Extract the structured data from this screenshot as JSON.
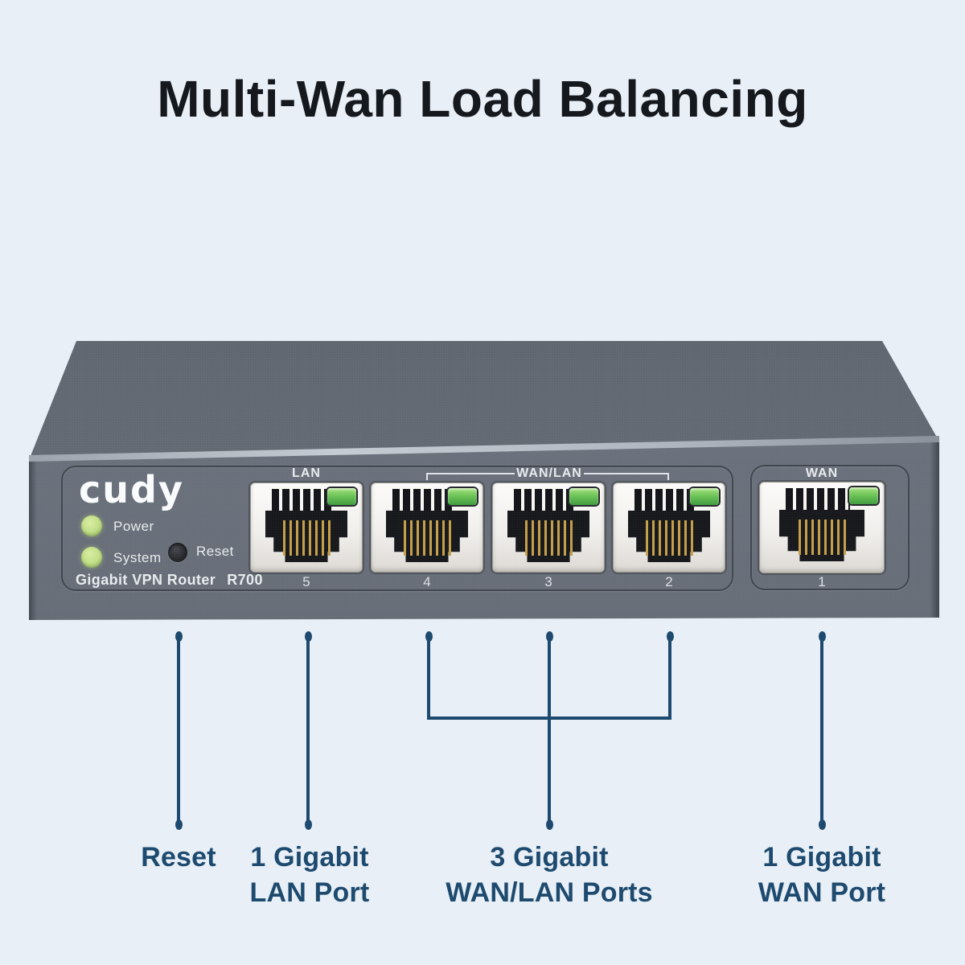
{
  "title": "Multi-Wan Load Balancing",
  "colors": {
    "background": "#e8eff7",
    "accent_navy": "#1d4a6e",
    "device_gray": "#666d78",
    "port_led_green": "#5cb84c",
    "indicator_led_green": "#bcd97e",
    "port_bezel_white": "#f1efec"
  },
  "device": {
    "brand": "cudy",
    "model_line": "Gigabit VPN Router",
    "model_number": "R700",
    "indicators": [
      {
        "label": "Power"
      },
      {
        "label": "System"
      }
    ],
    "reset_label": "Reset",
    "port_groups": {
      "lan": "LAN",
      "wan_lan": "WAN/LAN",
      "wan": "WAN"
    },
    "ports": [
      {
        "number": "5",
        "group": "LAN"
      },
      {
        "number": "4",
        "group": "WAN/LAN"
      },
      {
        "number": "3",
        "group": "WAN/LAN"
      },
      {
        "number": "2",
        "group": "WAN/LAN"
      },
      {
        "number": "1",
        "group": "WAN"
      }
    ]
  },
  "callouts": [
    {
      "line1": "Reset",
      "line2": ""
    },
    {
      "line1": "1 Gigabit",
      "line2": "LAN Port"
    },
    {
      "line1": "3 Gigabit",
      "line2": "WAN/LAN Ports"
    },
    {
      "line1": "1 Gigabit",
      "line2": "WAN Port"
    }
  ]
}
